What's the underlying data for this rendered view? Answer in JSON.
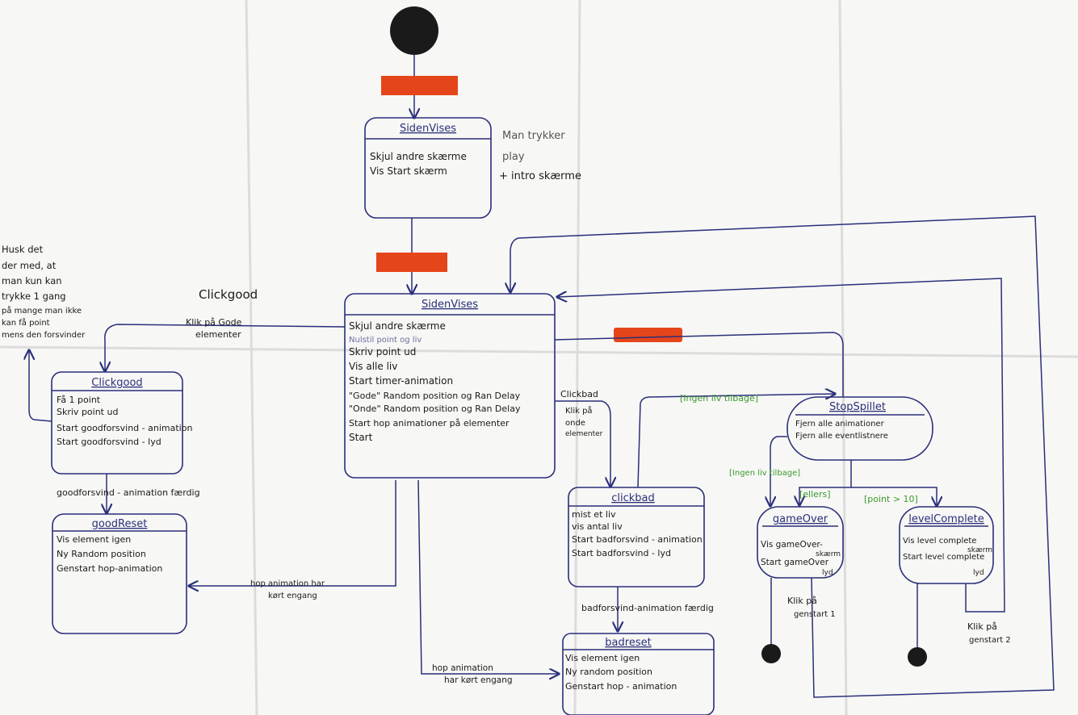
{
  "colors": {
    "paper": "#f7f7f5",
    "ink": "#2a2f7a",
    "dark_ink": "#1a1a1a",
    "green": "#3c9a2e",
    "bar": "#e5451a",
    "fold": "#dcdcdc"
  },
  "states": {
    "siden_vises_1": {
      "title": "SidenVises",
      "lines": [
        "Skjul andre skærme",
        "Vis Start skærm"
      ]
    },
    "siden_vises_2": {
      "title": "SidenVises",
      "lines": [
        "Skjul andre skærme",
        "Nulstil point og liv",
        "Skriv point ud",
        "Vis alle liv",
        "Start timer-animation",
        "\"Gode\" Random position og Ran Delay",
        "\"Onde\" Random position og Ran Delay",
        "Start hop animationer på elementer",
        "Start"
      ]
    },
    "clickgood": {
      "title": "Clickgood",
      "lines": [
        "Få 1 point",
        "Skriv point ud",
        "Start goodforsvind - animation",
        "Start goodforsvind - lyd"
      ]
    },
    "goodreset": {
      "title": "goodReset",
      "lines": [
        "Vis element igen",
        "Ny Random position",
        "Genstart hop-animation"
      ]
    },
    "clickbad": {
      "title": "clickbad",
      "lines": [
        "mist et liv",
        "vis antal liv",
        "Start badforsvind - animation",
        "Start badforsvind - lyd"
      ]
    },
    "badreset": {
      "title": "badreset",
      "lines": [
        "Vis element igen",
        "Ny random position",
        "Genstart hop - animation"
      ]
    },
    "stopspillet": {
      "title": "StopSpillet",
      "lines": [
        "Fjern alle animationer",
        "Fjern alle eventlistnere"
      ]
    },
    "gameover": {
      "title": "gameOver",
      "lines": [
        "Vis gameOver-",
        "skærm",
        "Start gameOver",
        "lyd"
      ]
    },
    "levelcomplete": {
      "title": "levelComplete",
      "lines": [
        "Vis level complete",
        "skærm",
        "Start level complete",
        "lyd"
      ]
    }
  },
  "notes": {
    "top_right": [
      "Man trykker",
      "play",
      "+ intro skærme"
    ],
    "left_margin": [
      "Husk det",
      "der med, at",
      "man kun kan",
      "trykke 1 gang",
      "på mange man ikke",
      "kan få point",
      "mens den forsvinder"
    ]
  },
  "transitions": {
    "clickgood_label": "Clickgood",
    "klik_goode": [
      "Klik på Gode",
      "elementer"
    ],
    "clickbad_label": "Clickbad",
    "klik_onde": [
      "Klik på",
      "onde",
      "elementer"
    ],
    "good_done": "goodforsvind - animation færdig",
    "bad_done": "badforsvind-animation færdig",
    "hop_good": [
      "hop animation har",
      "kørt engang"
    ],
    "hop_bad": [
      "hop animation",
      "har kørt engang"
    ],
    "ingen_liv_top": "[Ingen liv tilbage]",
    "ingen_liv_mid": "[Ingen liv tilbage]",
    "ellers": "[ellers]",
    "point_guard": "[point > 10]",
    "klik_genstart1": [
      "Klik på",
      "genstart 1"
    ],
    "klik_genstart2": [
      "Klik på",
      "genstart 2"
    ]
  }
}
